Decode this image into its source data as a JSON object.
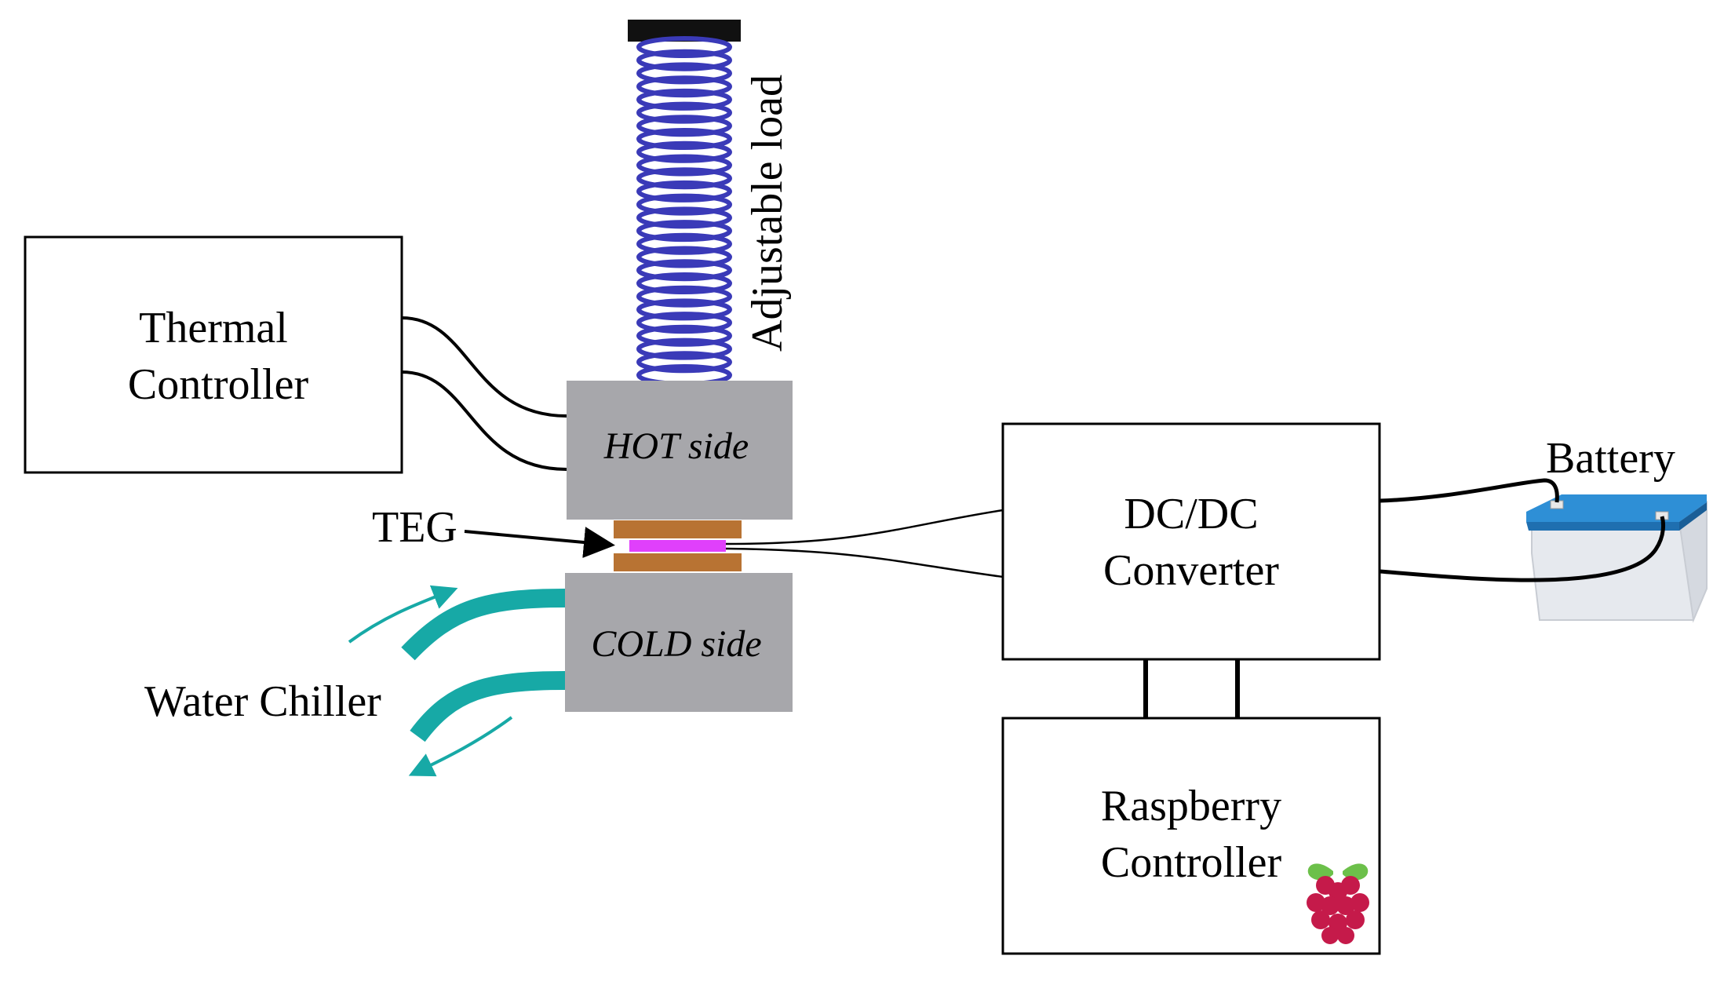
{
  "boxes": {
    "thermal_controller": [
      "Thermal",
      "Controller"
    ],
    "dcdc_converter": [
      "DC/DC",
      "Converter"
    ],
    "raspberry_controller": [
      "Raspberry",
      "Controller"
    ]
  },
  "labels": {
    "hot_side": "HOT side",
    "cold_side": "COLD side",
    "teg": "TEG",
    "water_chiller": "Water Chiller",
    "battery": "Battery",
    "adjustable_load": "Adjustable load"
  },
  "colors": {
    "spring": "#3a3ab8",
    "plates": "#a7a7ab",
    "copper": "#b87333",
    "teg_element": "#e040fb",
    "chiller": "#17a9a6",
    "battery_lid": "#2e8fd6",
    "raspberry": "#c51a4a",
    "leaf": "#6cc04a"
  },
  "icons": {
    "raspberry_logo": "raspberry-pi-icon",
    "battery": "car-battery-icon"
  }
}
